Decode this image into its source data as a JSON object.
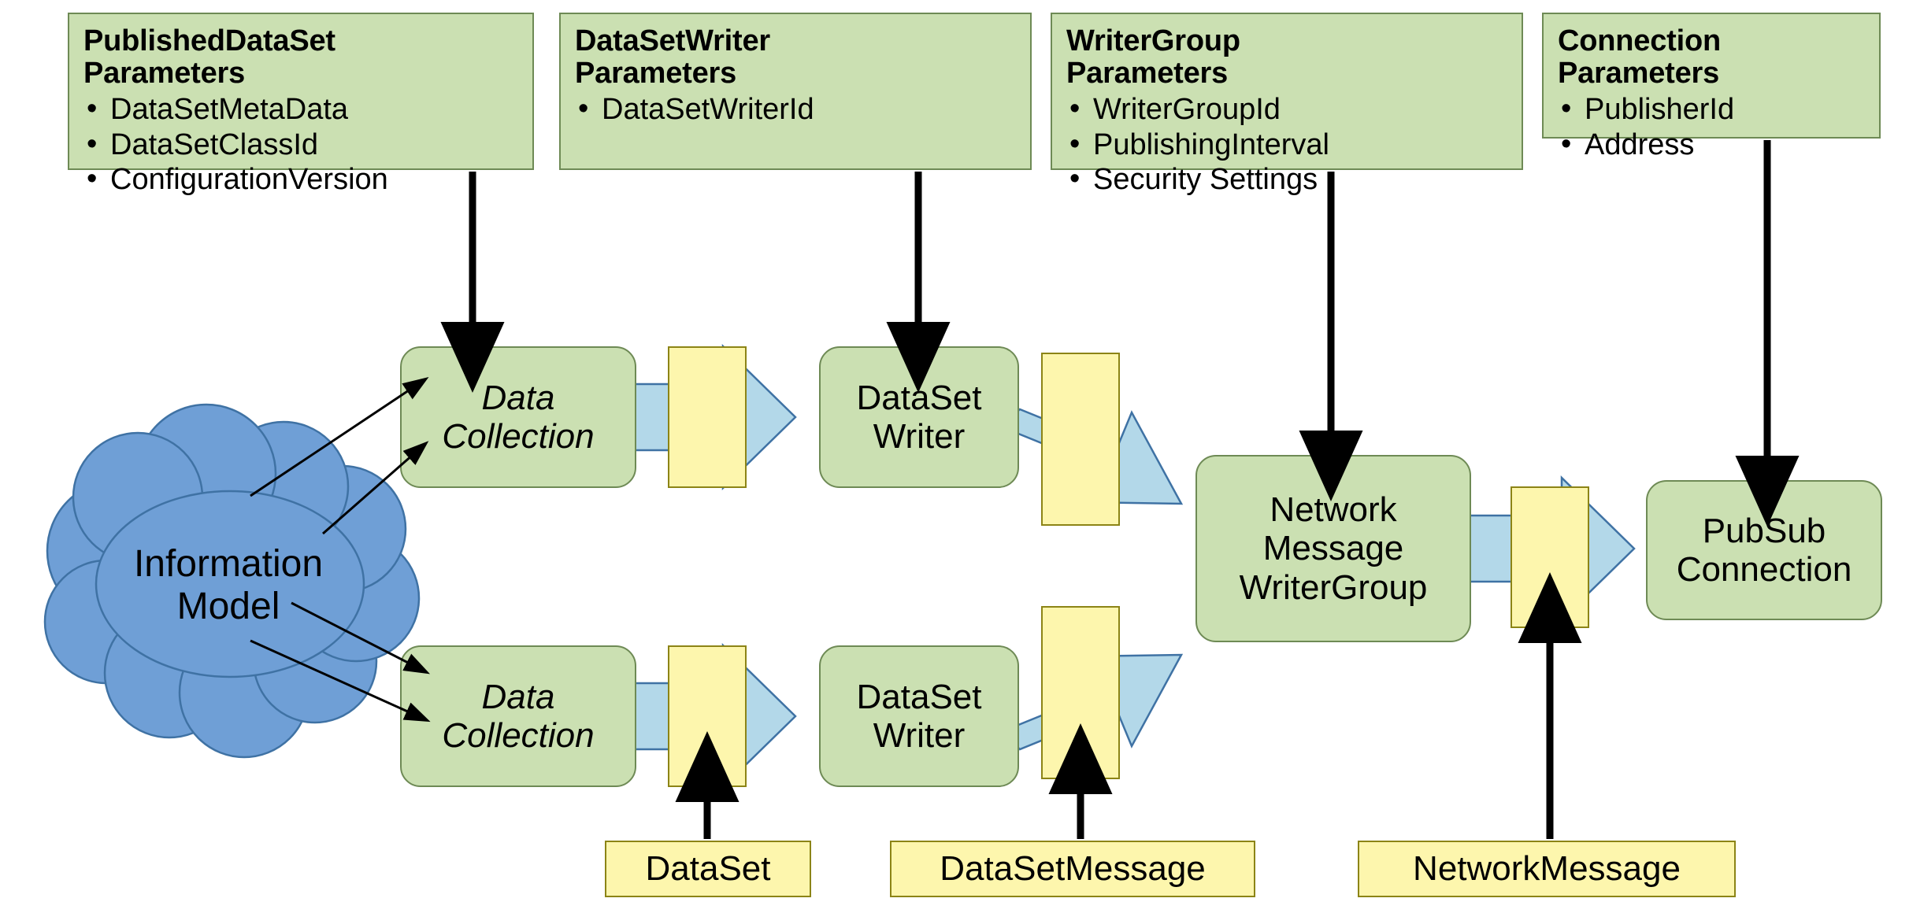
{
  "diagram": {
    "title": "OPC UA PubSub Publisher configuration overview",
    "colors": {
      "node_green": "#cbe0b2",
      "node_green_border": "#6e8a55",
      "payload_yellow": "#fdf6ad",
      "payload_yellow_border": "#8c8416",
      "cloud_blue": "#6f9fd6",
      "cloud_blue_border": "#3f72a4",
      "flow_arrow_blue": "#b3d8e9",
      "flow_arrow_border": "#3f72a4",
      "connector_black": "#000000"
    }
  },
  "parameter_boxes": [
    {
      "id": "published-dataset-parameters",
      "title": "PublishedDataSet\nParameters",
      "items": [
        "DataSetMetaData",
        "DataSetClassId",
        "ConfigurationVersion"
      ]
    },
    {
      "id": "datasetwriter-parameters",
      "title": "DataSetWriter\nParameters",
      "items": [
        "DataSetWriterId"
      ]
    },
    {
      "id": "writergroup-parameters",
      "title": "WriterGroup\nParameters",
      "items": [
        "WriterGroupId",
        "PublishingInterval",
        "Security Settings"
      ]
    },
    {
      "id": "connection-parameters",
      "title": "Connection\nParameters",
      "items": [
        "PublisherId",
        "Address"
      ]
    }
  ],
  "source": {
    "id": "information-model",
    "label": "Information\nModel",
    "shape": "cloud"
  },
  "nodes": [
    {
      "id": "data-collection-top",
      "label": "Data\nCollection",
      "style": "italic"
    },
    {
      "id": "dataset-writer-top",
      "label": "DataSet\nWriter",
      "style": "normal"
    },
    {
      "id": "data-collection-bottom",
      "label": "Data\nCollection",
      "style": "italic"
    },
    {
      "id": "dataset-writer-bottom",
      "label": "DataSet\nWriter",
      "style": "normal"
    },
    {
      "id": "network-message-writergroup",
      "label": "Network\nMessage\nWriterGroup",
      "style": "normal"
    },
    {
      "id": "pubsub-connection",
      "label": "PubSub\nConnection",
      "style": "normal"
    }
  ],
  "legend_boxes": [
    {
      "id": "dataset-legend",
      "label": "DataSet"
    },
    {
      "id": "datasetmessage-legend",
      "label": "DataSetMessage"
    },
    {
      "id": "networkmessage-legend",
      "label": "NetworkMessage"
    }
  ],
  "flows": [
    {
      "from": "information-model",
      "to": "data-collection-top",
      "kind": "thin-arrow"
    },
    {
      "from": "information-model",
      "to": "data-collection-top",
      "kind": "thin-arrow"
    },
    {
      "from": "information-model",
      "to": "data-collection-bottom",
      "kind": "thin-arrow"
    },
    {
      "from": "information-model",
      "to": "data-collection-bottom",
      "kind": "thin-arrow"
    },
    {
      "from": "data-collection-top",
      "to": "dataset-writer-top",
      "kind": "blue-arrow",
      "carries": "DataSet"
    },
    {
      "from": "data-collection-bottom",
      "to": "dataset-writer-bottom",
      "kind": "blue-arrow",
      "carries": "DataSet"
    },
    {
      "from": "dataset-writer-top",
      "to": "network-message-writergroup",
      "kind": "blue-arrow",
      "carries": "DataSetMessage"
    },
    {
      "from": "dataset-writer-bottom",
      "to": "network-message-writergroup",
      "kind": "blue-arrow",
      "carries": "DataSetMessage"
    },
    {
      "from": "network-message-writergroup",
      "to": "pubsub-connection",
      "kind": "blue-arrow",
      "carries": "NetworkMessage"
    },
    {
      "from": "published-dataset-parameters",
      "to": "data-collection-top",
      "kind": "config-arrow"
    },
    {
      "from": "datasetwriter-parameters",
      "to": "dataset-writer-top",
      "kind": "config-arrow"
    },
    {
      "from": "writergroup-parameters",
      "to": "network-message-writergroup",
      "kind": "config-arrow"
    },
    {
      "from": "connection-parameters",
      "to": "pubsub-connection",
      "kind": "config-arrow"
    },
    {
      "from": "dataset-legend",
      "to": "data-collection-bottom-payload",
      "kind": "label-arrow"
    },
    {
      "from": "datasetmessage-legend",
      "to": "dataset-writer-bottom-payload",
      "kind": "label-arrow"
    },
    {
      "from": "networkmessage-legend",
      "to": "network-message-payload",
      "kind": "label-arrow"
    }
  ]
}
